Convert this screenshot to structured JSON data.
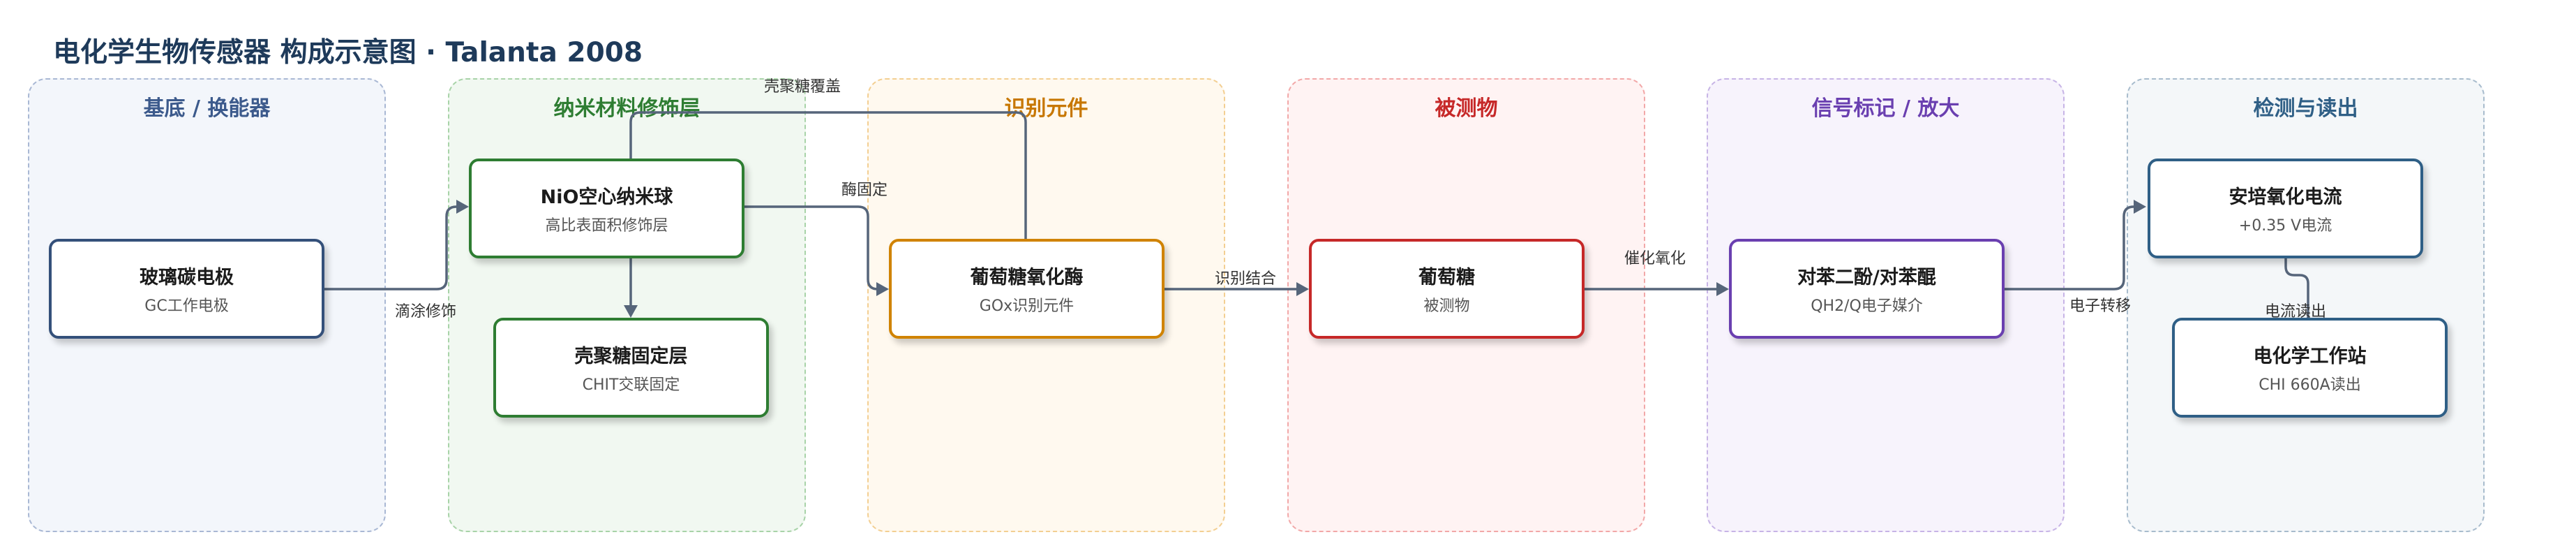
{
  "title": "电化学生物传感器 构成示意图 · Talanta 2008",
  "lanes": [
    {
      "id": "substrate",
      "label": "基底 / 换能器",
      "color": "#3c5a8c",
      "bg": "#f3f6fb",
      "border": "#a9b8d4"
    },
    {
      "id": "nano",
      "label": "纳米材料修饰层",
      "color": "#2e7d32",
      "bg": "#f1f8f1",
      "border": "#a8d3a8"
    },
    {
      "id": "recognition",
      "label": "识别元件",
      "color": "#c77700",
      "bg": "#fff9ef",
      "border": "#f3cf92"
    },
    {
      "id": "analyte",
      "label": "被测物",
      "color": "#c62828",
      "bg": "#fff3f3",
      "border": "#f2a8a8"
    },
    {
      "id": "signal",
      "label": "信号标记 / 放大",
      "color": "#6a3fb0",
      "bg": "#f7f3fc",
      "border": "#c7b4e6"
    },
    {
      "id": "readout",
      "label": "检测与读出",
      "color": "#2f5f86",
      "bg": "#f4f7f9",
      "border": "#a8bccd"
    }
  ],
  "nodes": {
    "gce": {
      "title": "玻璃碳电极",
      "sub": "GC工作电极",
      "border": "#34507a"
    },
    "nio": {
      "title": "NiO空心纳米球",
      "sub": "高比表面积修饰层",
      "border": "#2e7d32"
    },
    "chit": {
      "title": "壳聚糖固定层",
      "sub": "CHIT交联固定",
      "border": "#2e7d32"
    },
    "gox": {
      "title": "葡萄糖氧化酶",
      "sub": "GOx识别元件",
      "border": "#d08300"
    },
    "glucose": {
      "title": "葡萄糖",
      "sub": "被测物",
      "border": "#c62828"
    },
    "hq": {
      "title": "对苯二酚/对苯醌",
      "sub": "QH2/Q电子媒介",
      "border": "#6a3fb0"
    },
    "amp": {
      "title": "安培氧化电流",
      "sub": "+0.35 V电流",
      "border": "#2f5f86"
    },
    "chi": {
      "title": "电化学工作站",
      "sub": "CHI 660A读出",
      "border": "#2f5f86"
    }
  },
  "edge_labels": {
    "drop_coat": "滴涂修饰",
    "chit_cover": "壳聚糖覆盖",
    "enzyme_fix": "酶固定",
    "recognize": "识别结合",
    "catalyze": "催化氧化",
    "electron": "电子转移",
    "current_read": "电流读出"
  }
}
